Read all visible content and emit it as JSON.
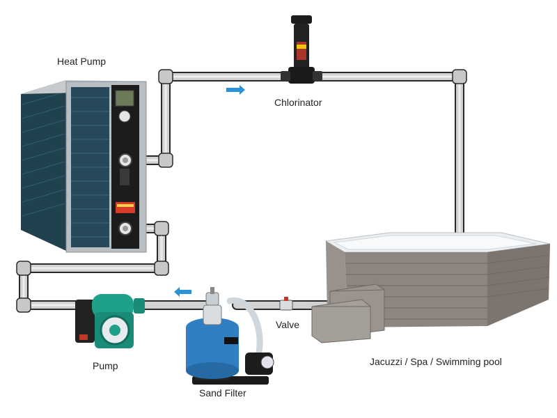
{
  "labels": {
    "heat_pump": "Heat Pump",
    "chlorinator": "Chlorinator",
    "valve": "Valve",
    "pump": "Pump",
    "sand_filter": "Sand Filter",
    "pool": "Jacuzzi / Spa / Swimming pool"
  },
  "colors": {
    "pipe": "#d2d2d2",
    "pipe_outline": "#2a2a2a",
    "flow_arrow": "#2a93d5",
    "pump_green": "#1fa089",
    "filter_blue": "#2f7fc2",
    "spa_wood": "#8c8580",
    "spa_white": "#eceff2",
    "heat_pump_coil": "#2b4b57",
    "heat_pump_frame": "#b9bec2"
  },
  "icons": {
    "flow_arrow_top": "arrow-right-icon",
    "flow_arrow_bottom": "arrow-left-icon"
  }
}
